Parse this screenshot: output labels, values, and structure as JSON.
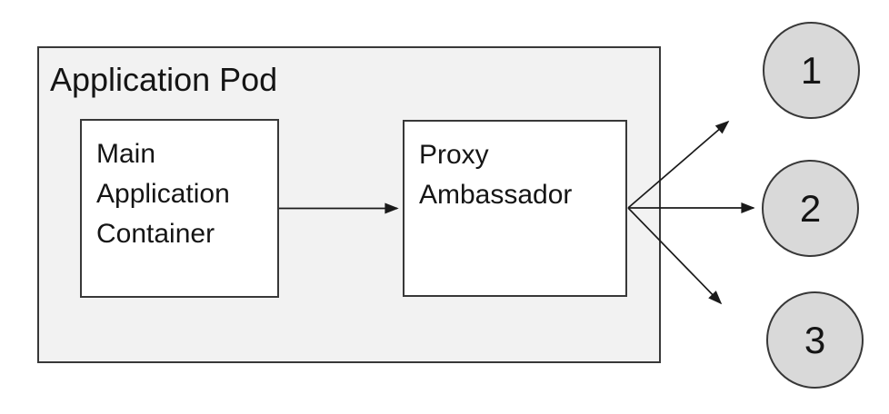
{
  "diagram": {
    "pod": {
      "label": "Application Pod"
    },
    "containers": [
      {
        "id": "main-application-container",
        "lines": [
          "Main",
          "Application",
          "Container"
        ]
      },
      {
        "id": "proxy-ambassador",
        "lines": [
          "Proxy",
          "Ambassador"
        ]
      }
    ],
    "nodes": [
      {
        "label": "1"
      },
      {
        "label": "2"
      },
      {
        "label": "3"
      }
    ],
    "edges": [
      {
        "from": "main-application-container",
        "to": "proxy-ambassador"
      },
      {
        "from": "proxy-ambassador",
        "to": "node-1"
      },
      {
        "from": "proxy-ambassador",
        "to": "node-2"
      },
      {
        "from": "proxy-ambassador",
        "to": "node-3"
      }
    ],
    "colors": {
      "pod_fill": "#f2f2f2",
      "node_fill": "#d9d9d9",
      "border": "#383838",
      "arrow": "#1a1a1a",
      "text": "#151515"
    }
  }
}
